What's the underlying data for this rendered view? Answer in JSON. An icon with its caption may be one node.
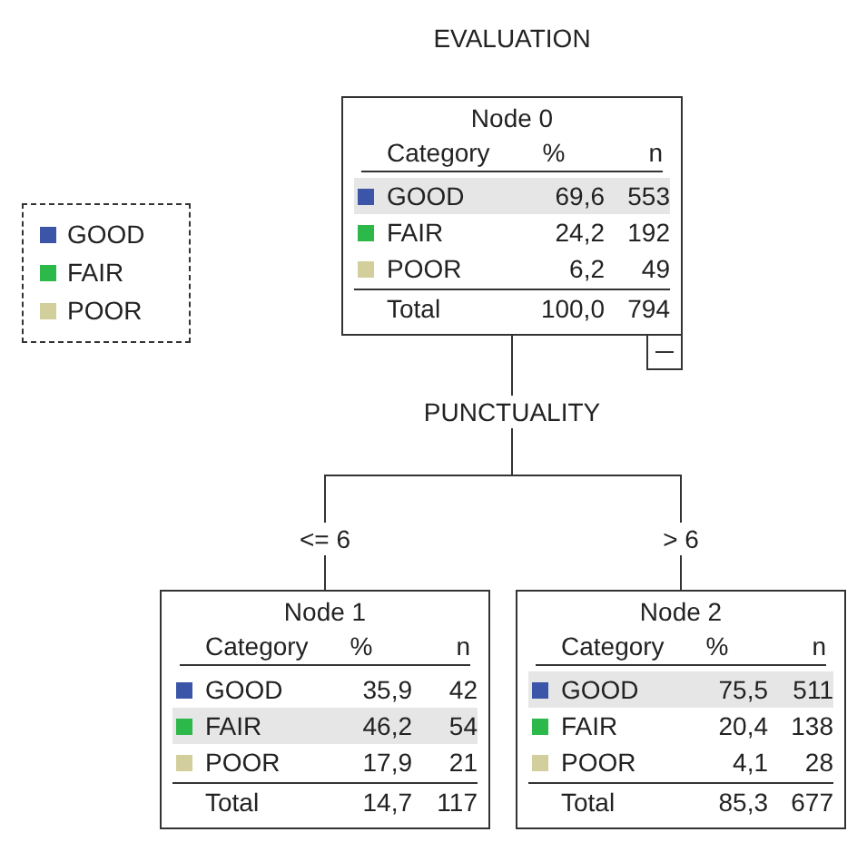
{
  "diagram": {
    "title": "EVALUATION",
    "nodes": [
      {
        "text": [
          "Node 0",
          "Category",
          "%",
          "n",
          "GOOD",
          "69,6",
          "553",
          "FAIR",
          "24,2",
          "192",
          "POOR",
          "6,2",
          "49",
          "Total",
          "100,0",
          "794"
        ]
      },
      {
        "text": [
          "Node 1",
          "Category",
          "%",
          "n",
          "GOOD",
          "35,9",
          "42",
          "FAIR",
          "46,2",
          "54",
          "POOR",
          "17,9",
          "21",
          "Total",
          "14,7",
          "117"
        ]
      },
      {
        "text": [
          "Node 2",
          "Category",
          "%",
          "n",
          "GOOD",
          "75,5",
          "511",
          "FAIR",
          "20,4",
          "138",
          "POOR",
          "4,1",
          "28",
          "Total",
          "85,3",
          "677"
        ]
      }
    ],
    "edges": [
      {
        "from": 0,
        "to": 1,
        "arrow": "none",
        "label": "<= 6"
      },
      {
        "from": 0,
        "to": 2,
        "arrow": "none",
        "label": "> 6"
      }
    ],
    "labels": [
      "PUNCTUALITY"
    ],
    "legend": [
      {
        "text": "GOOD",
        "color": "#3b55a8"
      },
      {
        "text": "FAIR",
        "color": "#2db84a"
      },
      {
        "text": "POOR",
        "color": "#d3cf9c"
      }
    ]
  }
}
